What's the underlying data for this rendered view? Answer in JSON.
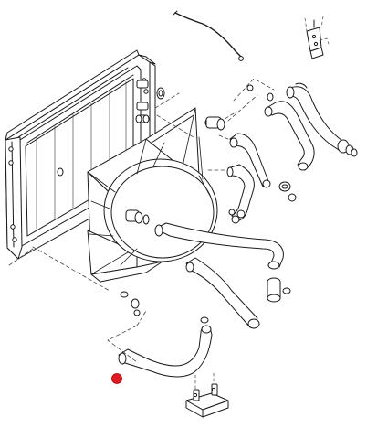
{
  "diagram": {
    "description_visible_text": [],
    "colors": {
      "line": "#1a1a1a",
      "hidden_line": "#444444",
      "fill": "#ffffff",
      "highlight_marker": "#e01b24"
    },
    "parts": {
      "radiator": "radiator-core",
      "fan_shroud": "fan-shroud",
      "upper_hose": "upper-radiator-hose",
      "lower_hose": "lower-radiator-hose",
      "bypass_hose": "bypass-hose",
      "marked_hose": "highlighted-lower-tube",
      "cable_tie": "cable-tie",
      "brackets": "mounting-bracket"
    },
    "highlight": {
      "part": "highlighted-lower-tube",
      "marker_color": "#e01b24"
    }
  }
}
